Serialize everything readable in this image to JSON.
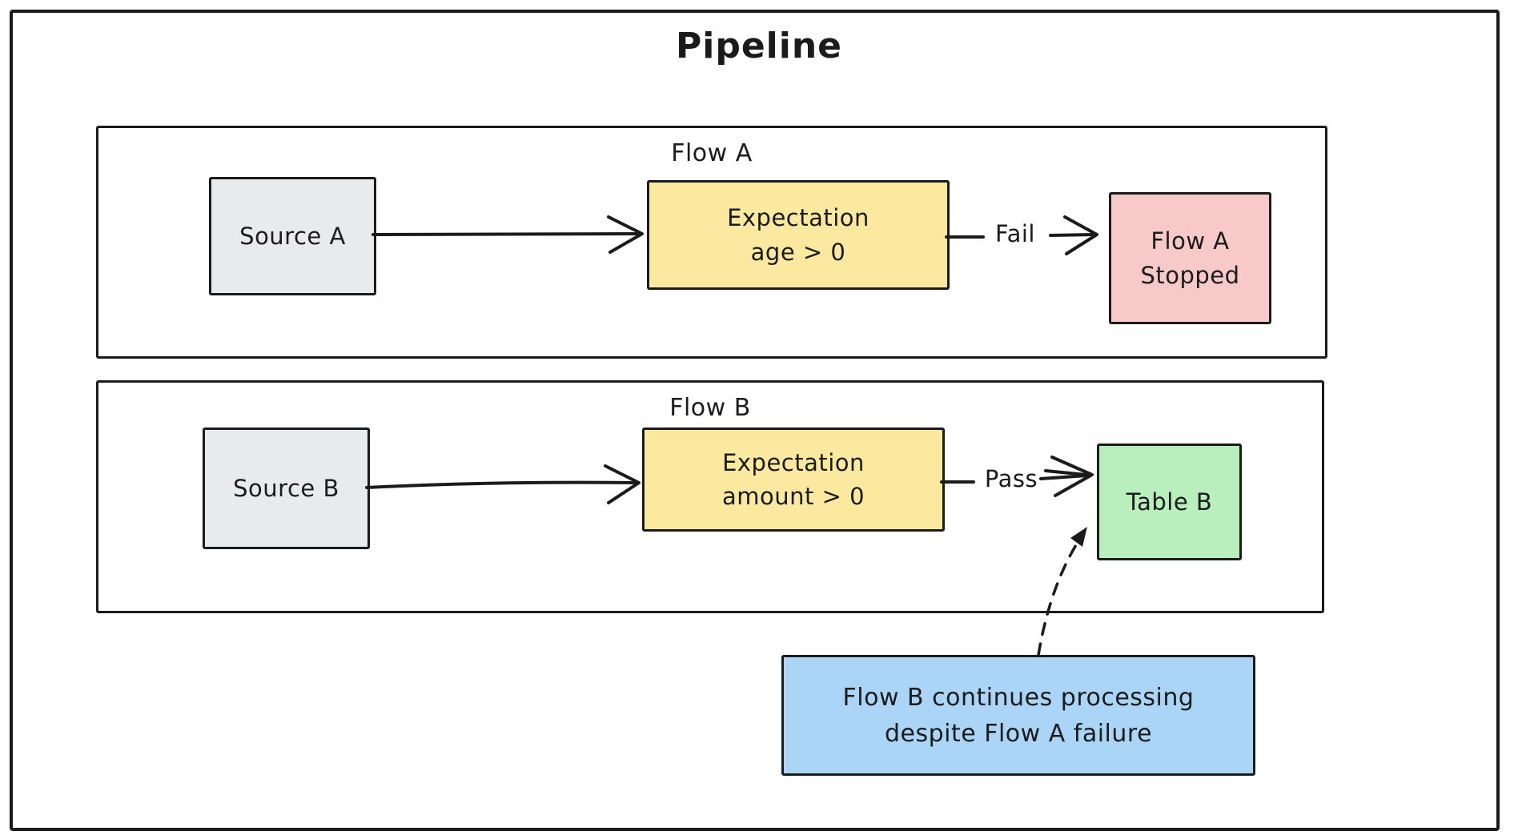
{
  "title": "Pipeline",
  "colors": {
    "stroke": "#1b1b1b",
    "source_fill": "#e8ebed",
    "expectation_fill": "#fbe99f",
    "stopped_fill": "#f8c9c9",
    "table_fill": "#b9efbd",
    "note_fill": "#abd5f6"
  },
  "flow_a": {
    "label": "Flow A",
    "source": {
      "label": "Source A"
    },
    "expectation": {
      "line1": "Expectation",
      "line2": "age > 0"
    },
    "edge_label": "Fail",
    "result": {
      "line1": "Flow A",
      "line2": "Stopped"
    }
  },
  "flow_b": {
    "label": "Flow B",
    "source": {
      "label": "Source B"
    },
    "expectation": {
      "line1": "Expectation",
      "line2": "amount > 0"
    },
    "edge_label": "Pass",
    "result": {
      "label": "Table B"
    }
  },
  "note": {
    "line1": "Flow B continues processing",
    "line2": "despite Flow A failure"
  }
}
